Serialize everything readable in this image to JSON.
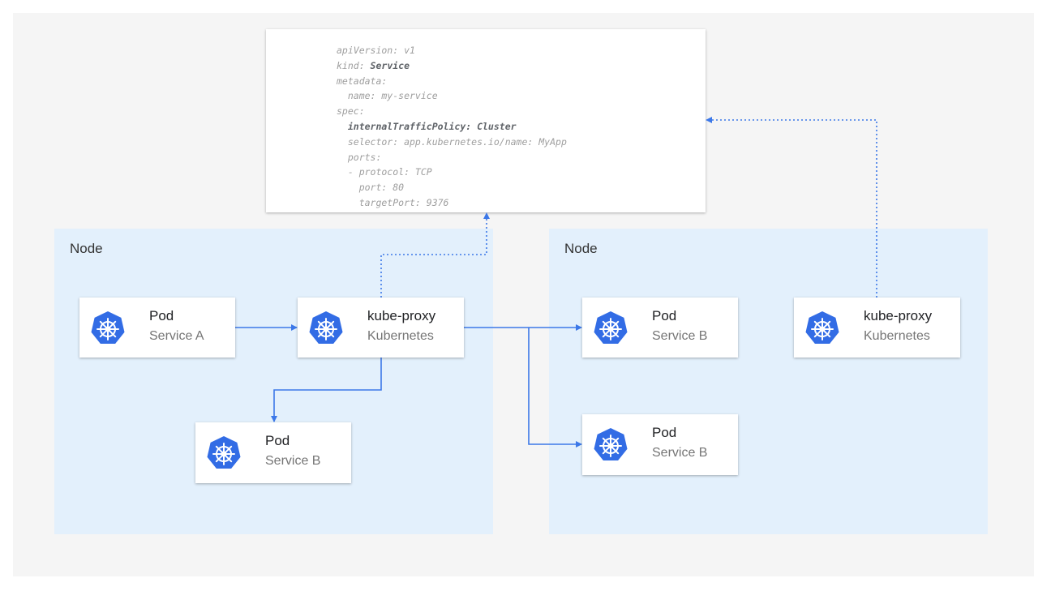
{
  "yaml": {
    "l1": "apiVersion: v1",
    "l2a": "kind: ",
    "l2b": "Service",
    "l3": "metadata:",
    "l4": "  name: my-service",
    "l5": "spec:",
    "l6": "  internalTrafficPolicy: Cluster",
    "l7": "  selector: app.kubernetes.io/name: MyApp",
    "l8": "  ports:",
    "l9": "  - protocol: TCP",
    "l10": "    port: 80",
    "l11": "    targetPort: 9376"
  },
  "nodes": [
    {
      "label": "Node"
    },
    {
      "label": "Node"
    }
  ],
  "cards": [
    {
      "title": "Pod",
      "subtitle": "Service A",
      "icon": "kubernetes-icon"
    },
    {
      "title": "kube-proxy",
      "subtitle": "Kubernetes",
      "icon": "kubernetes-icon"
    },
    {
      "title": "Pod",
      "subtitle": "Service B",
      "icon": "kubernetes-icon"
    },
    {
      "title": "Pod",
      "subtitle": "Service B",
      "icon": "kubernetes-icon"
    },
    {
      "title": "kube-proxy",
      "subtitle": "Kubernetes",
      "icon": "kubernetes-icon"
    },
    {
      "title": "Pod",
      "subtitle": "Service B",
      "icon": "kubernetes-icon"
    }
  ],
  "colors": {
    "arrow": "#3c78e8",
    "node": "#e3f0fc",
    "icon": "#326ce5"
  }
}
